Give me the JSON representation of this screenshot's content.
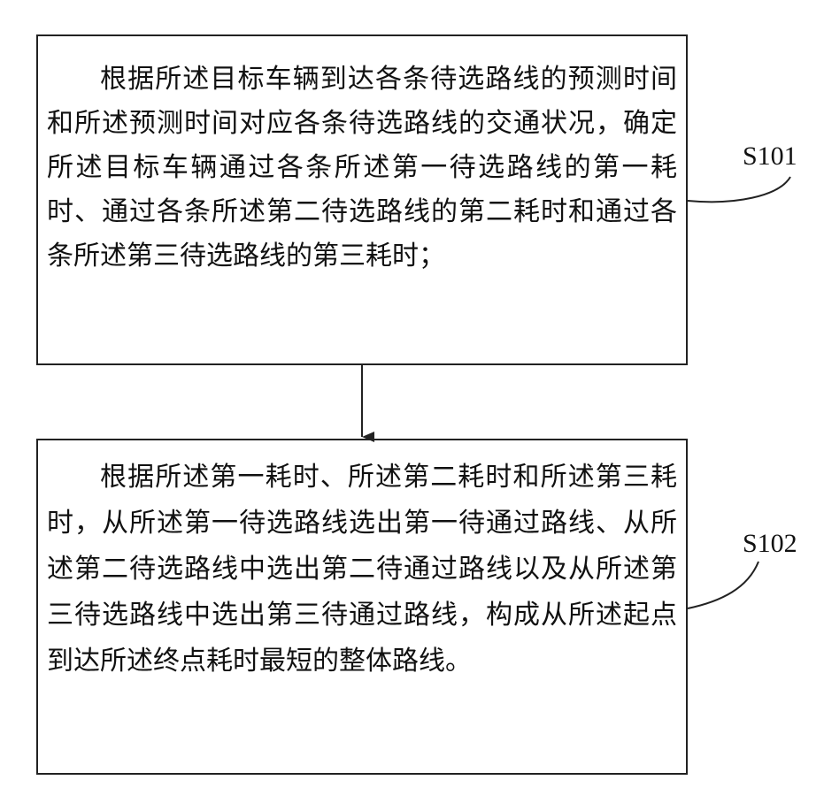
{
  "steps": [
    {
      "id": "S101",
      "text": "根据所述目标车辆到达各条待选路线的预测时间和所述预测时间对应各条待选路线的交通状况，确定所述目标车辆通过各条所述第一待选路线的第一耗时、通过各条所述第二待选路线的第二耗时和通过各条所述第三待选路线的第三耗时；"
    },
    {
      "id": "S102",
      "text": "根据所述第一耗时、所述第二耗时和所述第三耗时，从所述第一待选路线选出第一待通过路线、从所述第二待选路线中选出第二待通过路线以及从所述第三待选路线中选出第三待通过路线，构成从所述起点到达所述终点耗时最短的整体路线。"
    }
  ]
}
